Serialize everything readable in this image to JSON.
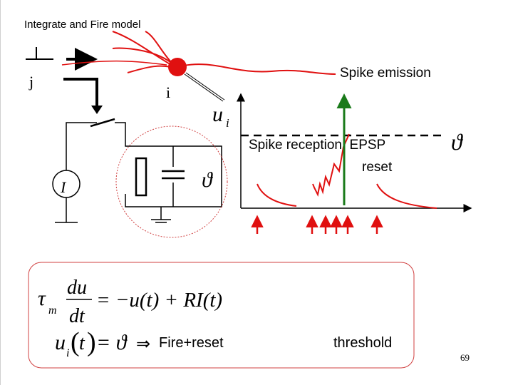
{
  "title": "Integrate and Fire model",
  "labels": {
    "spike_emission": "Spike emission",
    "spike_reception": "Spike reception: EPSP",
    "reset": "reset",
    "fire_reset": "Fire+reset",
    "threshold": "threshold",
    "page_number": "69",
    "neuron_j": "j",
    "neuron_i": "i"
  },
  "symbols": {
    "membrane_potential": "u",
    "subscript_i": "i",
    "threshold_symbol": "ϑ",
    "current_source": "I"
  },
  "equations": {
    "tau": "τ",
    "tau_sub": "m",
    "du": "du",
    "dt": "dt",
    "rhs": "= −u(t) + RI(t)",
    "fire_lhs_u": "u",
    "fire_lhs_sub": "i",
    "fire_lhs_t": "t",
    "fire_eq": "= ϑ",
    "implies": "⇒"
  },
  "colors": {
    "neuron_red": "#e01010",
    "spike_green": "#1a7a1a",
    "box_border": "#d04040"
  }
}
